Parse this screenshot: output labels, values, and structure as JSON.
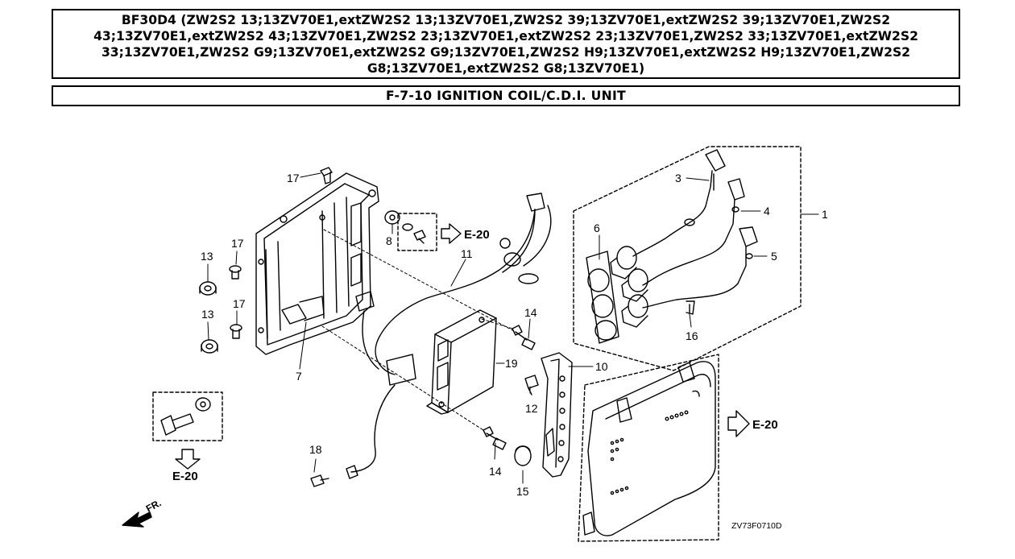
{
  "header": {
    "model_line": "BF30D4 (ZW2S2 13;13ZV70E1,extZW2S2 13;13ZV70E1,ZW2S2 39;13ZV70E1,extZW2S2 39;13ZV70E1,ZW2S2 43;13ZV70E1,extZW2S2 43;13ZV70E1,ZW2S2 23;13ZV70E1,extZW2S2 23;13ZV70E1,ZW2S2 33;13ZV70E1,extZW2S2 33;13ZV70E1,ZW2S2 G9;13ZV70E1,extZW2S2 G9;13ZV70E1,ZW2S2 H9;13ZV70E1,extZW2S2 H9;13ZV70E1,ZW2S2 G8;13ZV70E1,extZW2S2 G8;13ZV70E1)",
    "section_title": "F-7-10 IGNITION COIL/C.D.I. UNIT"
  },
  "diagram": {
    "callouts": {
      "c1": "1",
      "c3": "3",
      "c4": "4",
      "c5": "5",
      "c6": "6",
      "c7": "7",
      "c8": "8",
      "c10": "10",
      "c11": "11",
      "c12": "12",
      "c13a": "13",
      "c13b": "13",
      "c14a": "14",
      "c14b": "14",
      "c15": "15",
      "c16": "16",
      "c17a": "17",
      "c17b": "17",
      "c17c": "17",
      "c18": "18",
      "c19": "19"
    },
    "refs": {
      "top": "E-20",
      "left": "E-20",
      "right": "E-20"
    },
    "front_label": "FR.",
    "diagram_code": "ZV73F0710D"
  }
}
